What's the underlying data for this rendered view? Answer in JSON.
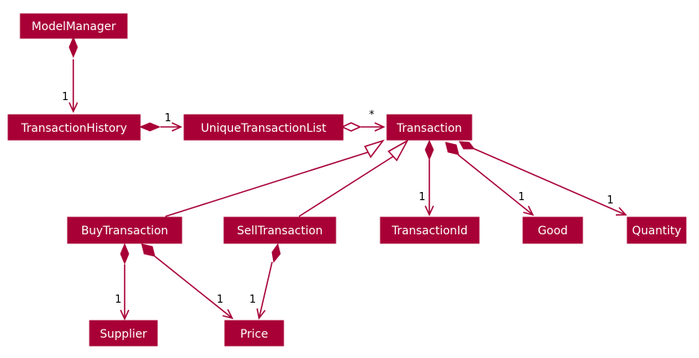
{
  "classes": {
    "model_manager": "ModelManager",
    "transaction_history": "TransactionHistory",
    "unique_transaction_list": "UniqueTransactionList",
    "transaction": "Transaction",
    "buy_transaction": "BuyTransaction",
    "sell_transaction": "SellTransaction",
    "transaction_id": "TransactionId",
    "good": "Good",
    "quantity": "Quantity",
    "supplier": "Supplier",
    "price": "Price"
  },
  "multiplicities": {
    "model_manager_to_history": "1",
    "history_to_list": "1",
    "list_to_transaction": "*",
    "transaction_to_id": "1",
    "transaction_to_good": "1",
    "transaction_to_quantity": "1",
    "buy_to_supplier": "1",
    "buy_to_price": "1",
    "sell_to_price": "1"
  },
  "colors": {
    "class_fill": "#a80036",
    "edge": "#a80036",
    "class_text": "#ffffff",
    "multiplicity_text": "#000000"
  }
}
